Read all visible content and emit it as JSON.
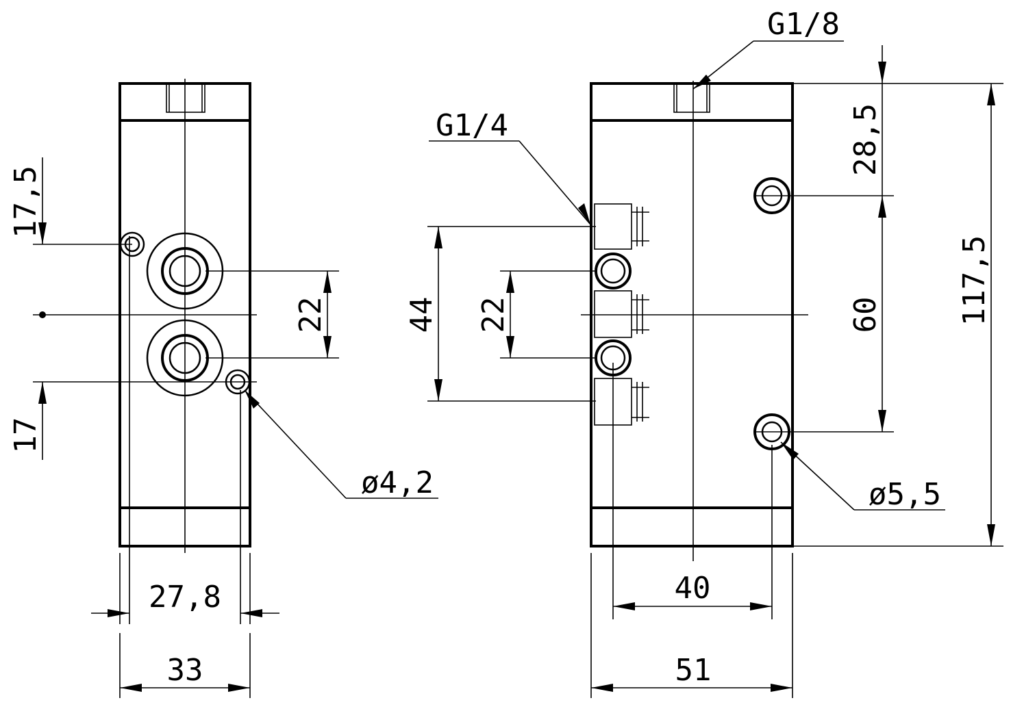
{
  "left_view": {
    "dims": {
      "v_top": "17,5",
      "v_bottom": "17",
      "pitch": "22",
      "hole_width": "27,8",
      "width": "33"
    },
    "callouts": {
      "hole": "ø4,2"
    }
  },
  "right_view": {
    "dims": {
      "top_offset": "28,5",
      "hole_pitch": "60",
      "height": "117,5",
      "port_span": "44",
      "port_pitch": "22",
      "hole_width": "40",
      "width": "51"
    },
    "callouts": {
      "top_port": "G1/8",
      "side_port": "G1/4",
      "hole": "ø5,5"
    }
  }
}
